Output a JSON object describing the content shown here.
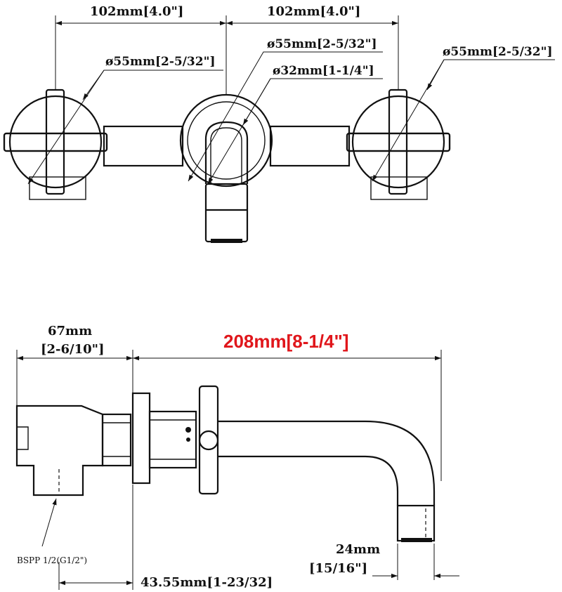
{
  "front_view": {
    "spacing_left": "102mm[4.0\"]",
    "spacing_right": "102mm[4.0\"]",
    "handle_left_dia": "ø55mm[2-5/32\"]",
    "spout_dia": "ø55mm[2-5/32\"]",
    "spout_inner_dia": "ø32mm[1-1/4\"]",
    "handle_right_dia": "ø55mm[2-5/32\"]"
  },
  "side_view": {
    "body_depth_mm": "67mm",
    "body_depth_in": "[2-6/10\"]",
    "spout_length": "208mm[8-1/4\"]",
    "spout_length_color": "#e0161b",
    "thread_label": "BSPP 1/2(G1/2\")",
    "wall_offset": "43.55mm[1-23/32]",
    "outlet_size_mm": "24mm",
    "outlet_size_in": "[15/16\"]"
  }
}
